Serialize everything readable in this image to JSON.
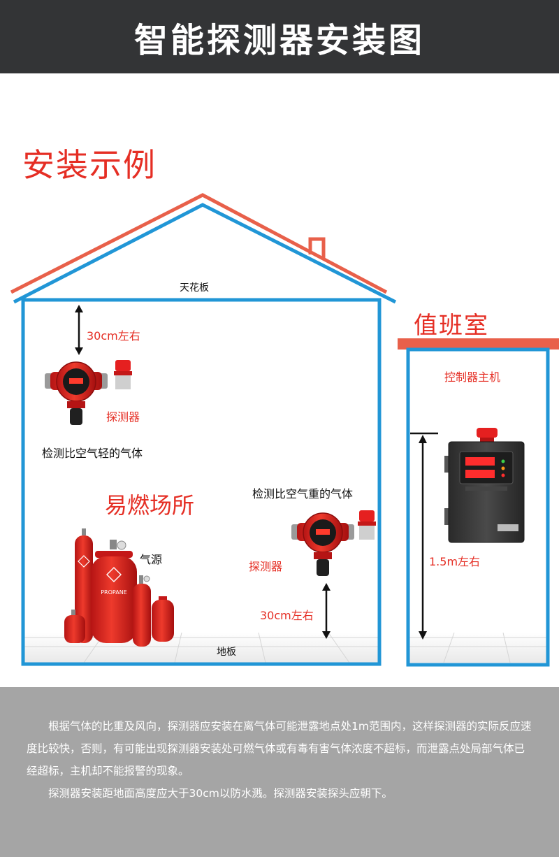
{
  "header": {
    "title": "智能探测器安装图"
  },
  "section_title": "安装示例",
  "room_title": "值班室",
  "labels": {
    "ceiling": "天花板",
    "floor": "地板",
    "dist_top": "30cm左右",
    "detector_1": "探测器",
    "light_gas": "检测比空气轻的气体",
    "flammable": "易燃场所",
    "heavy_gas": "检测比空气重的气体",
    "detector_2": "探测器",
    "gas_source": "气源",
    "dist_bottom": "30cm左右",
    "controller": "控制器主机",
    "height_controller": "1.5m左右"
  },
  "cylinder_text": {
    "propane": "PROPANE"
  },
  "description": {
    "paragraph1": "根据气体的比重及风向，探测器应安装在离气体可能泄露地点处1m范围内，这样探测器的实际反应速度比较快，否则，有可能出现探测器安装处可燃气体或有毒有害气体浓度不超标，而泄露点处局部气体已经超标，主机却不能报警的现象。",
    "paragraph2": "探测器安装距地面高度应大于30cm以防水溅。探测器安装探头应朝下。"
  },
  "colors": {
    "header_bg": "#333436",
    "accent_red": "#e52e24",
    "roof_orange": "#e8604a",
    "wall_blue": "#2196d6",
    "desc_bg": "#a5a5a5"
  }
}
